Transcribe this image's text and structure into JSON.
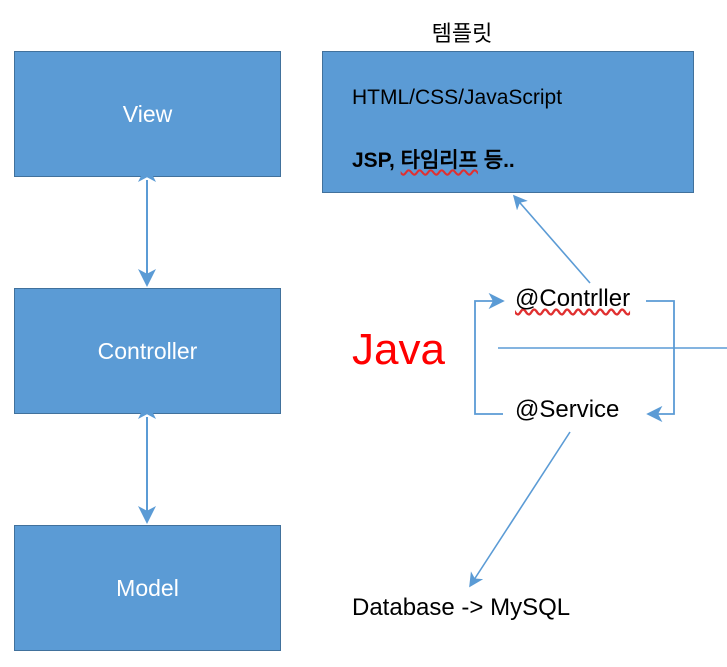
{
  "diagram": {
    "title_note": "MVC and Spring layer diagram",
    "colors": {
      "box_fill": "#5B9BD5",
      "box_border": "#41719C",
      "box_text": "#FFFFFF",
      "arrow": "#5B9BD5",
      "java_text": "#FF0000",
      "annotation_text": "#000000",
      "spellcheck_underline": "#E03030",
      "background": "#FFFFFF"
    },
    "mvc_boxes": [
      {
        "label": "View"
      },
      {
        "label": "Controller"
      },
      {
        "label": "Model"
      }
    ],
    "template": {
      "caption": "템플릿",
      "line1": "HTML/CSS/JavaScript",
      "line2_prefix": "JSP, ",
      "line2_misspelled": "타임리프",
      "line2_suffix": " 등.."
    },
    "java": {
      "label": "Java"
    },
    "annotations": {
      "controller": "@Contrller",
      "service": "@Service",
      "database": "Database ->  MySQL"
    },
    "connectors": [
      {
        "name": "view-controller",
        "type": "double-arrow-vertical"
      },
      {
        "name": "controller-model",
        "type": "double-arrow-vertical"
      },
      {
        "name": "controller-to-template",
        "type": "single-arrow-diagonal"
      },
      {
        "name": "service-to-controller",
        "type": "elbow-left"
      },
      {
        "name": "controller-to-service",
        "type": "elbow-right"
      },
      {
        "name": "service-to-database",
        "type": "single-arrow-diagonal"
      },
      {
        "name": "java-scope-line",
        "type": "horizontal-line"
      }
    ]
  }
}
